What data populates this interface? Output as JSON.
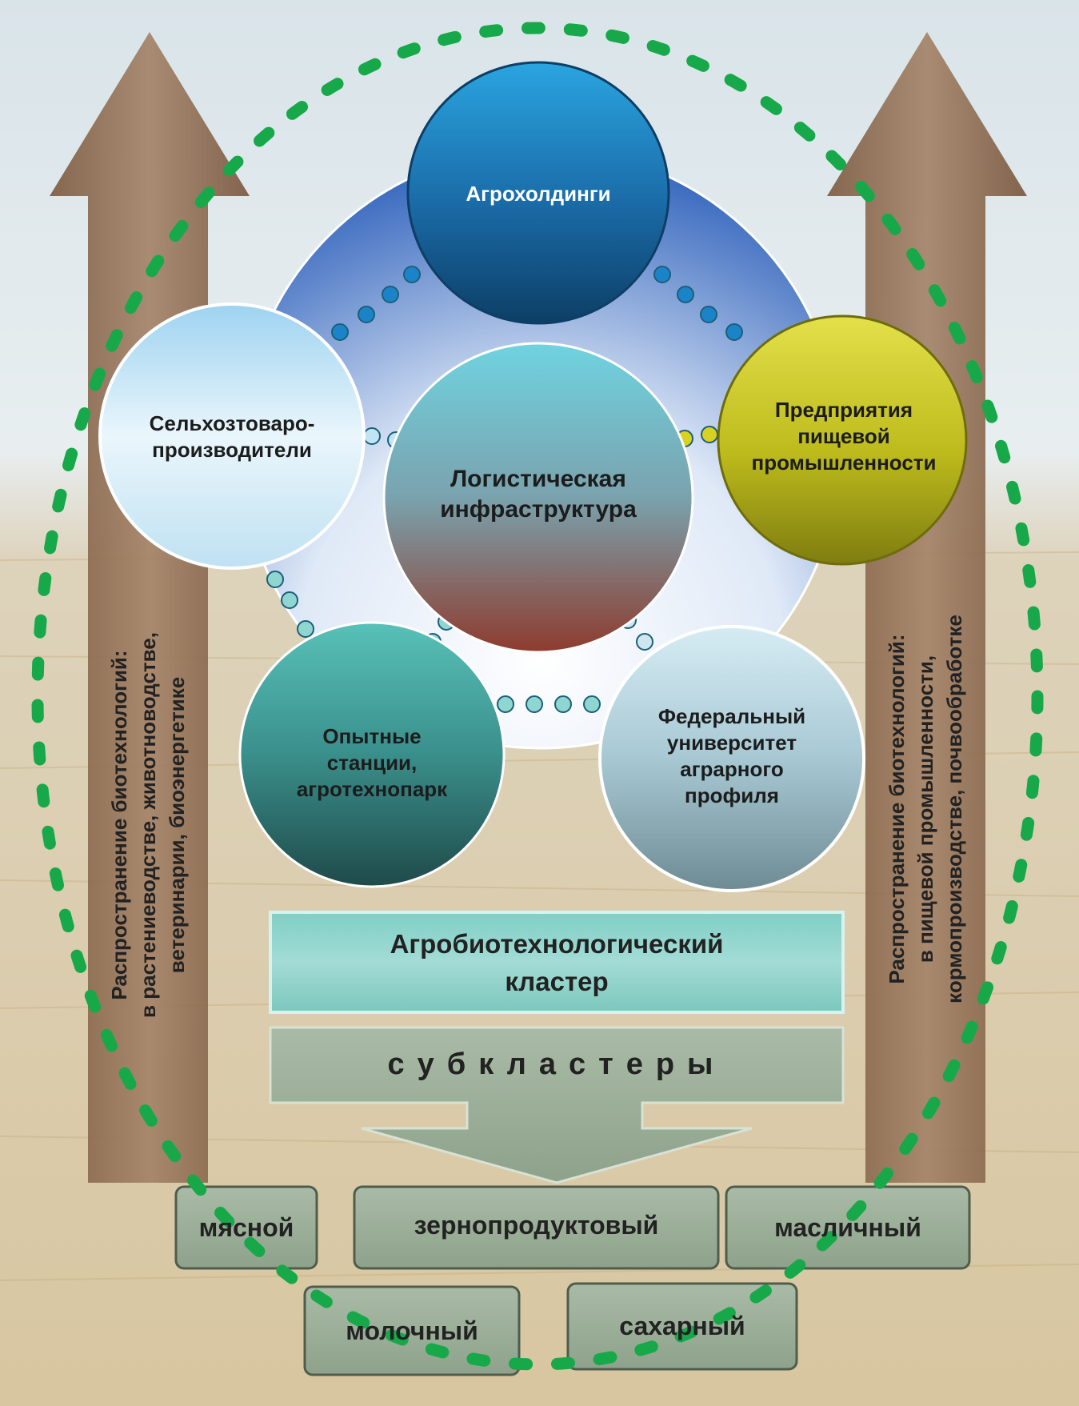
{
  "nodes": {
    "top": {
      "label": "Агрохолдинги",
      "color": "#1f78b4"
    },
    "left": {
      "label": "Сельхозтоваро-\nпроизводители",
      "color": "#c9e6f3"
    },
    "right": {
      "label": "Предприятия\nпищевой\nпромышленности",
      "color": "#c4c21e"
    },
    "center": {
      "label": "Логистическая\nинфраструктура",
      "color": "#5bbccb"
    },
    "bottom_left": {
      "label": "Опытные\nстанции,\nагротехнопарк",
      "color": "#3f9c9a"
    },
    "bottom_right": {
      "label": "Федеральный\nуниверситет\nаграрного\nпрофиля",
      "color": "#a9cdd8"
    }
  },
  "side_arrows": {
    "left": {
      "label": "Распространение биотехнологий:\nв растениеводстве, животноводстве,\nветеринарии, биоэнергетике",
      "color": "#8a6a4e"
    },
    "right": {
      "label": "Распространение биотехнологий:\nв пищевой промышленности,\nкормопроизводстве, почвообработке",
      "color": "#8a6a4e"
    }
  },
  "cluster": {
    "label": "Агробиотехнологический\nкластер",
    "color": "#8fd3cb"
  },
  "subclusters": {
    "heading": "субкластеры",
    "color": "#9fb39c",
    "items": [
      "мясной",
      "зернопродуктовый",
      "масличный",
      "молочный",
      "сахарный"
    ]
  },
  "colors": {
    "dotted_ring": "#17a84a",
    "sky": "#cfdde4",
    "field": "#d6c29a"
  }
}
